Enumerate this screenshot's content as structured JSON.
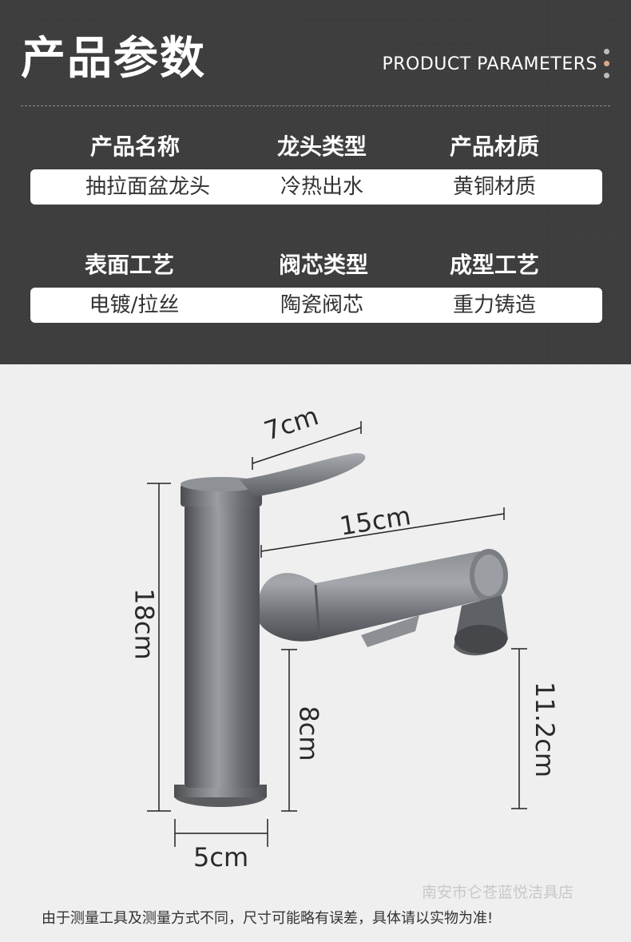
{
  "header": {
    "title_cn": "产品参数",
    "title_en": "PRODUCT PARAMETERS",
    "dot_colors": [
      "#bdbdbd",
      "#d9a98e",
      "#bdbdbd"
    ]
  },
  "params": [
    {
      "label": "产品名称",
      "value": "抽拉面盆龙头"
    },
    {
      "label": "龙头类型",
      "value": "冷热出水"
    },
    {
      "label": "产品材质",
      "value": "黄铜材质"
    },
    {
      "label": "表面工艺",
      "value": "电镀/拉丝"
    },
    {
      "label": "阀芯类型",
      "value": "陶瓷阀芯"
    },
    {
      "label": "成型工艺",
      "value": "重力铸造"
    }
  ],
  "dimensions": {
    "handle": "7cm",
    "spout": "15cm",
    "height": "18cm",
    "body_to_spout": "8cm",
    "outlet_height": "11.2cm",
    "base": "5cm"
  },
  "watermark": "南安市仑苍蓝悦洁具店",
  "footnote": "由于测量工具及测量方式不同，尺寸可能略有误差，具体请以实物为准!"
}
